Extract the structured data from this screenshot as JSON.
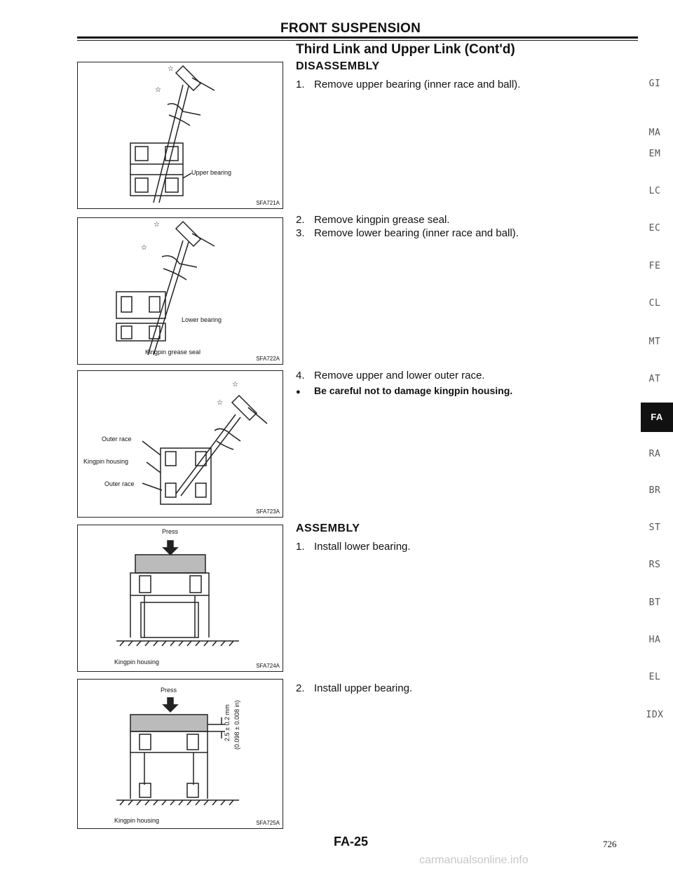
{
  "header": {
    "title": "FRONT SUSPENSION"
  },
  "section_title": "Third Link and Upper Link (Cont'd)",
  "disassembly": {
    "heading": "DISASSEMBLY",
    "steps": [
      {
        "num": "1.",
        "text": "Remove upper bearing (inner race and ball)."
      },
      {
        "num": "2.",
        "text": "Remove kingpin grease seal."
      },
      {
        "num": "3.",
        "text": "Remove lower bearing (inner race and ball)."
      },
      {
        "num": "4.",
        "text": "Remove upper and lower outer race."
      }
    ],
    "caution": "Be careful not to damage kingpin housing."
  },
  "assembly": {
    "heading": "ASSEMBLY",
    "steps": [
      {
        "num": "1.",
        "text": "Install lower bearing."
      },
      {
        "num": "2.",
        "text": "Install upper bearing."
      }
    ]
  },
  "figures": [
    {
      "code": "SFA721A",
      "labels": [
        "Upper bearing"
      ]
    },
    {
      "code": "SFA722A",
      "labels": [
        "Lower bearing",
        "Kingpin grease seal"
      ]
    },
    {
      "code": "SFA723A",
      "labels": [
        "Outer race",
        "Kingpin housing",
        "Outer race"
      ]
    },
    {
      "code": "SFA724A",
      "labels": [
        "Press",
        "Kingpin housing"
      ]
    },
    {
      "code": "SFA725A",
      "labels": [
        "Press",
        "2.5 ± 0.2 mm",
        "(0.098 ± 0.008 in)",
        "Kingpin housing"
      ]
    }
  ],
  "side_tabs": [
    "GI",
    "MA",
    "EM",
    "LC",
    "EC",
    "FE",
    "CL",
    "MT",
    "AT",
    "FA",
    "RA",
    "BR",
    "ST",
    "RS",
    "BT",
    "HA",
    "EL",
    "IDX"
  ],
  "active_tab": "FA",
  "footer": {
    "page": "FA-25",
    "count": "726",
    "watermark": "carmanualsonline.info"
  }
}
